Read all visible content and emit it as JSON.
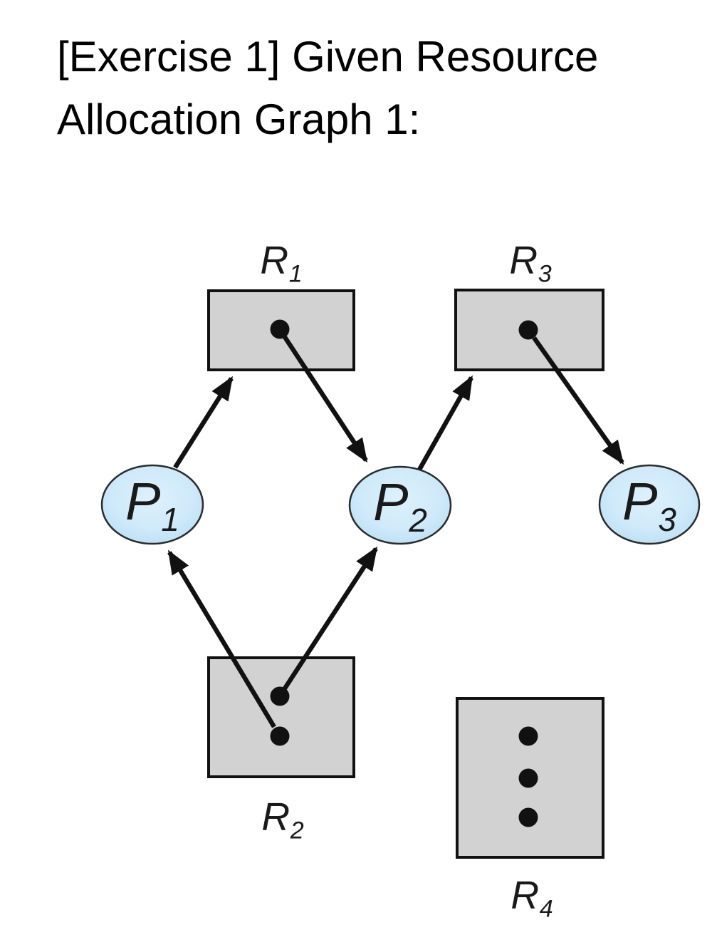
{
  "title": {
    "line1": "[Exercise 1] Given Resource",
    "line2": "Allocation Graph 1:"
  },
  "graph": {
    "type": "resource-allocation-graph",
    "resources": {
      "R1": {
        "label_base": "R",
        "label_sub": "1",
        "instance_dots": 1
      },
      "R2": {
        "label_base": "R",
        "label_sub": "2",
        "instance_dots": 2
      },
      "R3": {
        "label_base": "R",
        "label_sub": "3",
        "instance_dots": 1
      },
      "R4": {
        "label_base": "R",
        "label_sub": "4",
        "instance_dots": 3
      }
    },
    "processes": {
      "P1": {
        "label_base": "P",
        "label_sub": "1"
      },
      "P2": {
        "label_base": "P",
        "label_sub": "2"
      },
      "P3": {
        "label_base": "P",
        "label_sub": "3"
      }
    },
    "edges": [
      {
        "from": "P1",
        "to": "R1",
        "type": "request"
      },
      {
        "from": "R1",
        "to": "P2",
        "type": "assignment"
      },
      {
        "from": "P2",
        "to": "R3",
        "type": "request"
      },
      {
        "from": "R3",
        "to": "P3",
        "type": "assignment"
      },
      {
        "from": "R2",
        "to": "P1",
        "type": "assignment"
      },
      {
        "from": "R2",
        "to": "P2",
        "type": "assignment"
      }
    ]
  },
  "colors": {
    "background": "#ffffff",
    "title_color": "#000000",
    "label_color": "#1a1a1a",
    "resource_fill": "#d2d2d2",
    "resource_stroke": "#111111",
    "process_fill_inner": "#ddf1fc",
    "process_fill_mid": "#cfeafa",
    "process_fill_outer": "#b5dcf4",
    "process_stroke": "#2b2b2b",
    "edge_color": "#111111"
  }
}
